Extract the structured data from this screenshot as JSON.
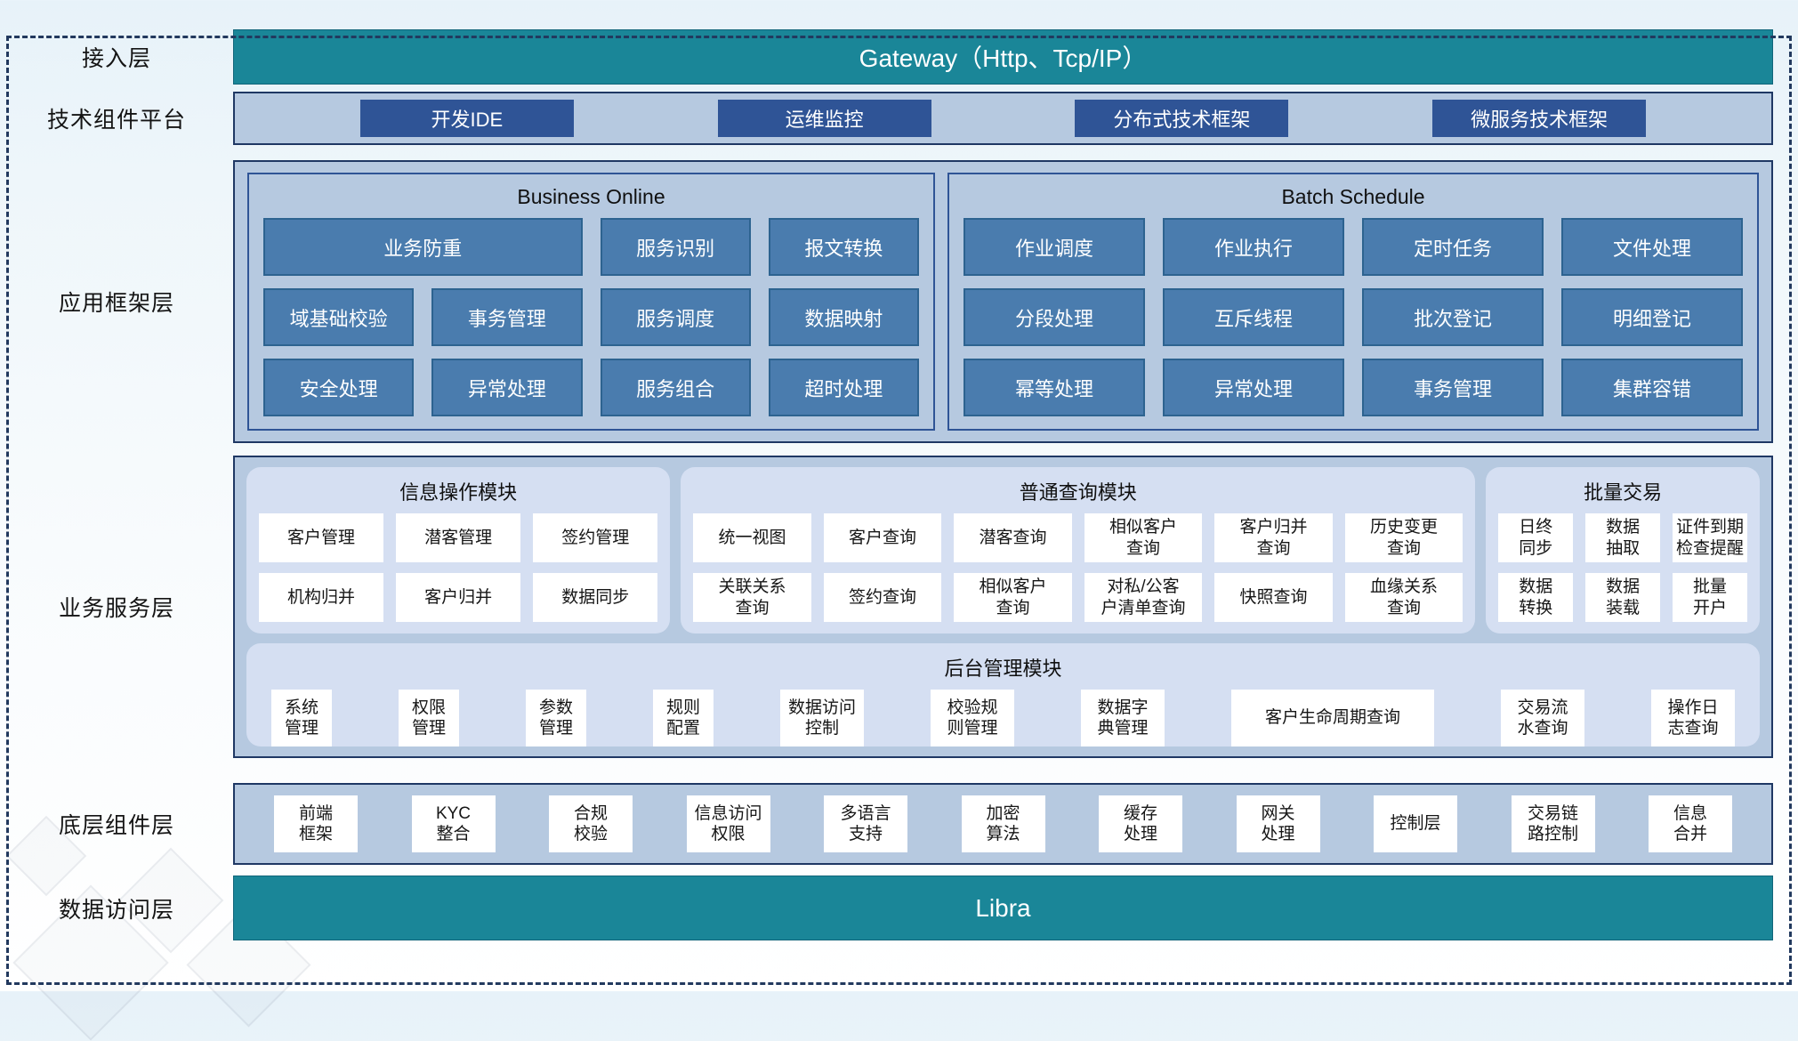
{
  "colors": {
    "teal": "#1a8698",
    "dark_blue": "#2f5496",
    "steel_blue": "#4a7cae",
    "panel_blue": "#b6c9e0",
    "lavender": "#d5dff2",
    "border_navy": "#1f3864"
  },
  "layers": {
    "access": {
      "label": "接入层",
      "gateway": "Gateway（Http、Tcp/IP）"
    },
    "tech": {
      "label": "技术组件平台",
      "items": [
        "开发IDE",
        "运维监控",
        "分布式技术框架",
        "微服务技术框架"
      ]
    },
    "app_framework": {
      "label": "应用框架层",
      "business_online": {
        "title": "Business Online",
        "items": [
          "业务防重",
          "服务识别",
          "报文转换",
          "域基础校验",
          "事务管理",
          "服务调度",
          "数据映射",
          "安全处理",
          "异常处理",
          "服务组合",
          "超时处理"
        ]
      },
      "batch_schedule": {
        "title": "Batch Schedule",
        "items": [
          "作业调度",
          "作业执行",
          "定时任务",
          "文件处理",
          "分段处理",
          "互斥线程",
          "批次登记",
          "明细登记",
          "幂等处理",
          "异常处理",
          "事务管理",
          "集群容错"
        ]
      }
    },
    "business_service": {
      "label": "业务服务层",
      "info_module": {
        "title": "信息操作模块",
        "items": [
          "客户管理",
          "潜客管理",
          "签约管理",
          "机构归并",
          "客户归并",
          "数据同步"
        ]
      },
      "query_module": {
        "title": "普通查询模块",
        "items": [
          "统一视图",
          "客户查询",
          "潜客查询",
          "相似客户\n查询",
          "客户归并\n查询",
          "历史变更\n查询",
          "关联关系\n查询",
          "签约查询",
          "相似客户\n查询",
          "对私/公客\n户清单查询",
          "快照查询",
          "血缘关系\n查询"
        ]
      },
      "batch_module": {
        "title": "批量交易",
        "items": [
          "日终\n同步",
          "数据\n抽取",
          "证件到期\n检查提醒",
          "数据\n转换",
          "数据\n装载",
          "批量\n开户"
        ]
      },
      "admin_module": {
        "title": "后台管理模块",
        "items": [
          "系统\n管理",
          "权限\n管理",
          "参数\n管理",
          "规则\n配置",
          "数据访问\n控制",
          "校验规\n则管理",
          "数据字\n典管理",
          "客户生命周期查询",
          "交易流\n水查询",
          "操作日\n志查询"
        ]
      }
    },
    "base_components": {
      "label": "底层组件层",
      "items": [
        "前端\n框架",
        "KYC\n整合",
        "合规\n校验",
        "信息访问\n权限",
        "多语言\n支持",
        "加密\n算法",
        "缓存\n处理",
        "网关\n处理",
        "控制层",
        "交易链\n路控制",
        "信息\n合并"
      ]
    },
    "data_access": {
      "label": "数据访问层",
      "bar": "Libra"
    }
  }
}
